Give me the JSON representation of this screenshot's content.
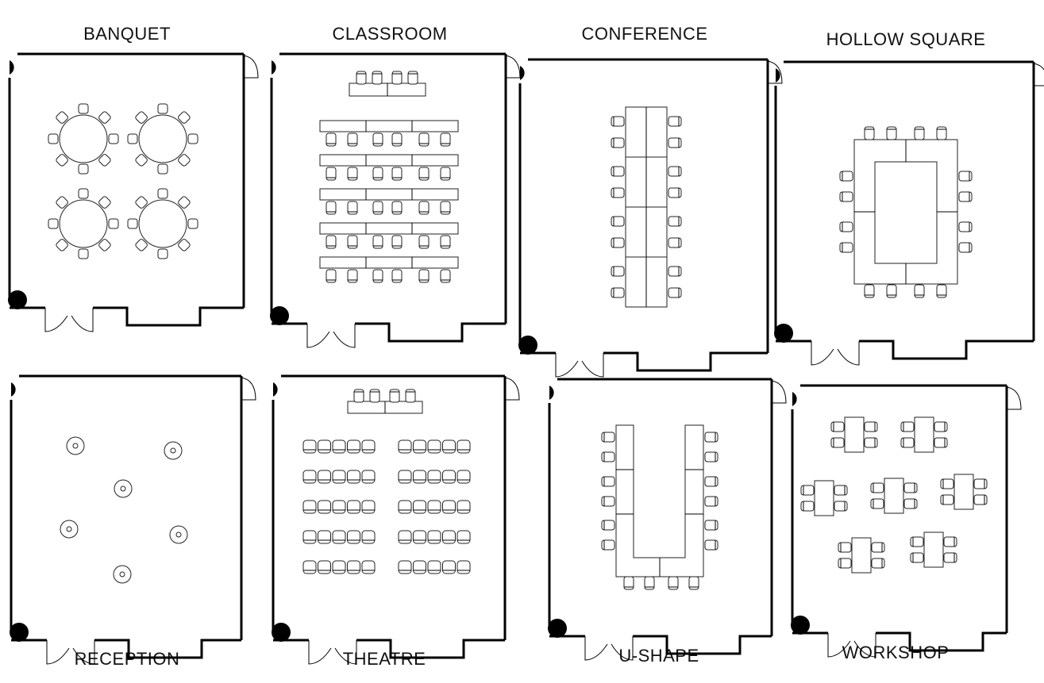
{
  "layouts": [
    {
      "id": "banquet",
      "title": "BANQUET"
    },
    {
      "id": "classroom",
      "title": "CLASSROOM"
    },
    {
      "id": "conference",
      "title": "CONFERENCE"
    },
    {
      "id": "hollow-square",
      "title": "HOLLOW SQUARE"
    },
    {
      "id": "reception",
      "title": "RECEPTION"
    },
    {
      "id": "theatre",
      "title": "THEATRE"
    },
    {
      "id": "u-shape",
      "title": "U-SHAPE"
    },
    {
      "id": "workshop",
      "title": "WORKSHOP"
    }
  ]
}
